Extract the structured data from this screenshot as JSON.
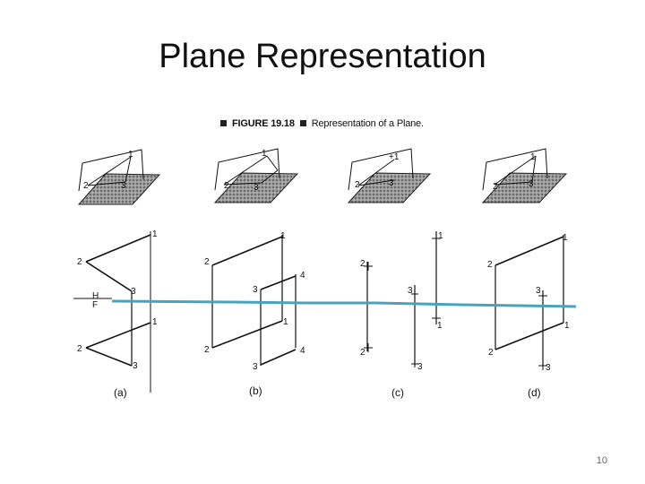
{
  "slide": {
    "title": "Plane Representation",
    "page_number": "10"
  },
  "figure": {
    "label": "FIGURE 19.18",
    "caption": "Representation of a Plane."
  },
  "views": [
    {
      "sublabel": "(a)",
      "point_labels": {
        "top1": "1",
        "top2": "2",
        "top3": "3",
        "bot1": "1",
        "bot2": "2",
        "bot3": "3"
      },
      "fold_labels": [
        "H",
        "F"
      ]
    },
    {
      "sublabel": "(b)",
      "point_labels": {
        "top1": "1",
        "top2": "2",
        "top3": "3",
        "top4": "4",
        "bot1": "1",
        "bot2": "2",
        "bot3": "3",
        "bot4": "4"
      }
    },
    {
      "sublabel": "(c)",
      "point_labels": {
        "top1": "1",
        "top2": "2",
        "top3": "3",
        "bot1": "1",
        "bot2": "2",
        "bot3": "3"
      }
    },
    {
      "sublabel": "(d)",
      "point_labels": {
        "top1": "1",
        "top2": "2",
        "top3": "3",
        "bot1": "1",
        "bot2": "2",
        "bot3": "3"
      }
    }
  ],
  "iso_labels": [
    {
      "p1": "1",
      "p2": "2",
      "p3": "3"
    },
    {
      "p1": "1",
      "p2": "2",
      "p3": "3"
    },
    {
      "p1": "+1",
      "p2": "2",
      "p3": "3"
    },
    {
      "p1": "1",
      "p2": "2",
      "p3": "3"
    }
  ],
  "colors": {
    "annotation_line": "#4aa3bd",
    "ink": "#111111",
    "shading": "#6a6a6a"
  }
}
